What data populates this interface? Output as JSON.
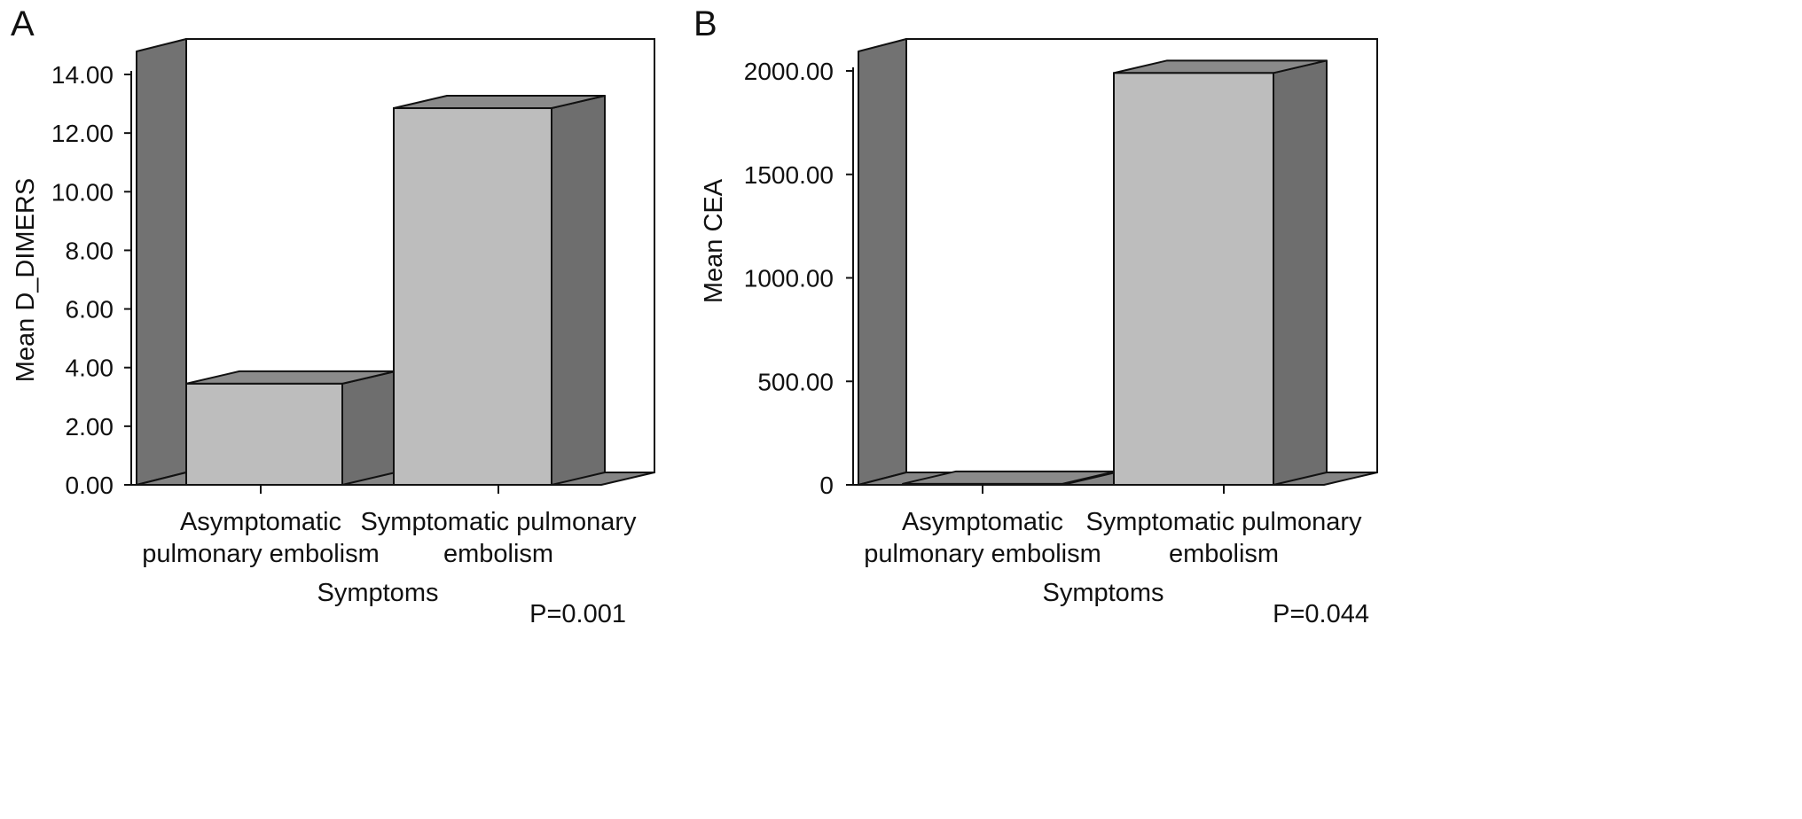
{
  "chart_data": [
    {
      "type": "bar",
      "panel": "A",
      "categories": [
        "Asymptomatic\npulmonary embolism",
        "Symptomatic pulmonary\nembolism"
      ],
      "values": [
        3.45,
        12.85
      ],
      "xlabel": "Symptoms",
      "ylabel": "Mean D_DIMERS",
      "ylim": [
        0,
        14.0
      ],
      "yticks": [
        "0.00",
        "2.00",
        "4.00",
        "6.00",
        "8.00",
        "10.00",
        "12.00",
        "14.00"
      ],
      "grid": false,
      "annotation": "P=0.001"
    },
    {
      "type": "bar",
      "panel": "B",
      "categories": [
        "Asymptomatic\npulmonary embolism",
        "Symptomatic pulmonary\nembolism"
      ],
      "values": [
        5,
        1990
      ],
      "xlabel": "Symptoms",
      "ylabel": "Mean CEA",
      "ylim": [
        0,
        2000
      ],
      "yticks": [
        "0",
        "500.00",
        "1000.00",
        "1500.00",
        "2000.00"
      ],
      "grid": false,
      "annotation": "P=0.044"
    }
  ],
  "colors": {
    "bar_front": "#bdbdbd",
    "bar_side": "#6e6e6e",
    "bar_top": "#8a8a8a",
    "wall": "#727272",
    "floor": "#858585",
    "outline": "#111111"
  }
}
